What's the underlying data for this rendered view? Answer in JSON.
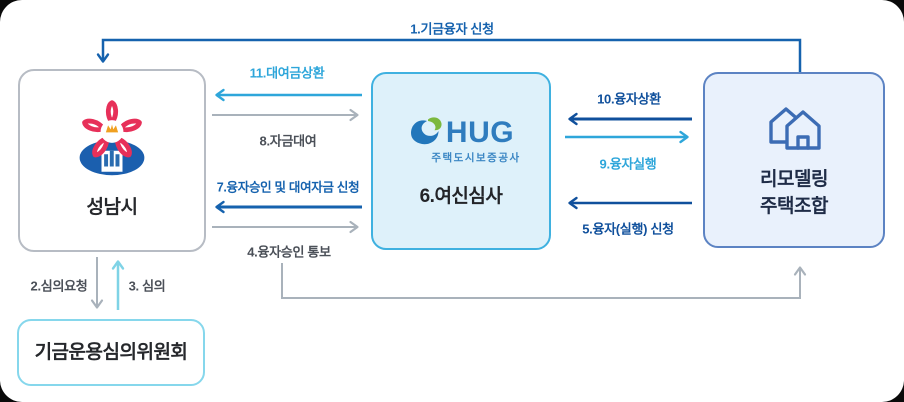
{
  "diagram": {
    "title_hint": "기금융자 절차 흐름도",
    "nodes": {
      "seongnam": {
        "label": "성남시"
      },
      "hug": {
        "logo_text": "HUG",
        "logo_subtext": "주택도시보증공사",
        "label": "6.여신심사"
      },
      "association": {
        "label_line1": "리모델링",
        "label_line2": "주택조합"
      },
      "committee": {
        "label": "기금운용심의위원회"
      }
    },
    "flows": {
      "f1": {
        "label": "1.기금융자 신청",
        "from": "association",
        "to": "seongnam"
      },
      "f2": {
        "label": "2.심의요청",
        "from": "seongnam",
        "to": "committee"
      },
      "f3": {
        "label": "3. 심의",
        "from": "committee",
        "to": "seongnam"
      },
      "f4": {
        "label": "4.융자승인 통보",
        "from": "seongnam",
        "to": "hug-and-association"
      },
      "f5": {
        "label": "5.융자(실행) 신청",
        "from": "association",
        "to": "hug"
      },
      "f6": {
        "label": "6.여신심사",
        "from": "hug",
        "to": "hug"
      },
      "f7": {
        "label": "7.융자승인 및 대여자금 신청",
        "from": "hug",
        "to": "seongnam"
      },
      "f8": {
        "label": "8.자금대여",
        "from": "seongnam",
        "to": "hug"
      },
      "f9": {
        "label": "9.융자실행",
        "from": "hug",
        "to": "association"
      },
      "f10": {
        "label": "10.융자상환",
        "from": "association",
        "to": "hug"
      },
      "f11": {
        "label": "11.대여금상환",
        "from": "hug",
        "to": "seongnam"
      }
    },
    "colors": {
      "dark_blue": "#1562ae",
      "navy_blue": "#10509c",
      "light_blue": "#2ea6da",
      "gray_arrow": "#a9b2bb",
      "cyan_arrow": "#7fd3e6",
      "gray_text": "#4b5058",
      "hug_box_bg": "#def1fa",
      "hug_box_border": "#3fb1e0",
      "association_box_bg": "#e9f1fc",
      "association_box_border": "#5c83c3",
      "seongnam_box_border": "#b7bcc4",
      "committee_box_border": "#86d7ec",
      "hug_brand_blue": "#2f7cbe",
      "hug_brand_green": "#7cb93e",
      "seongnam_pink": "#e73059",
      "seongnam_blue": "#1b5fae",
      "seongnam_orange": "#f0a020",
      "house_icon_blue": "#3c6cb4"
    }
  }
}
